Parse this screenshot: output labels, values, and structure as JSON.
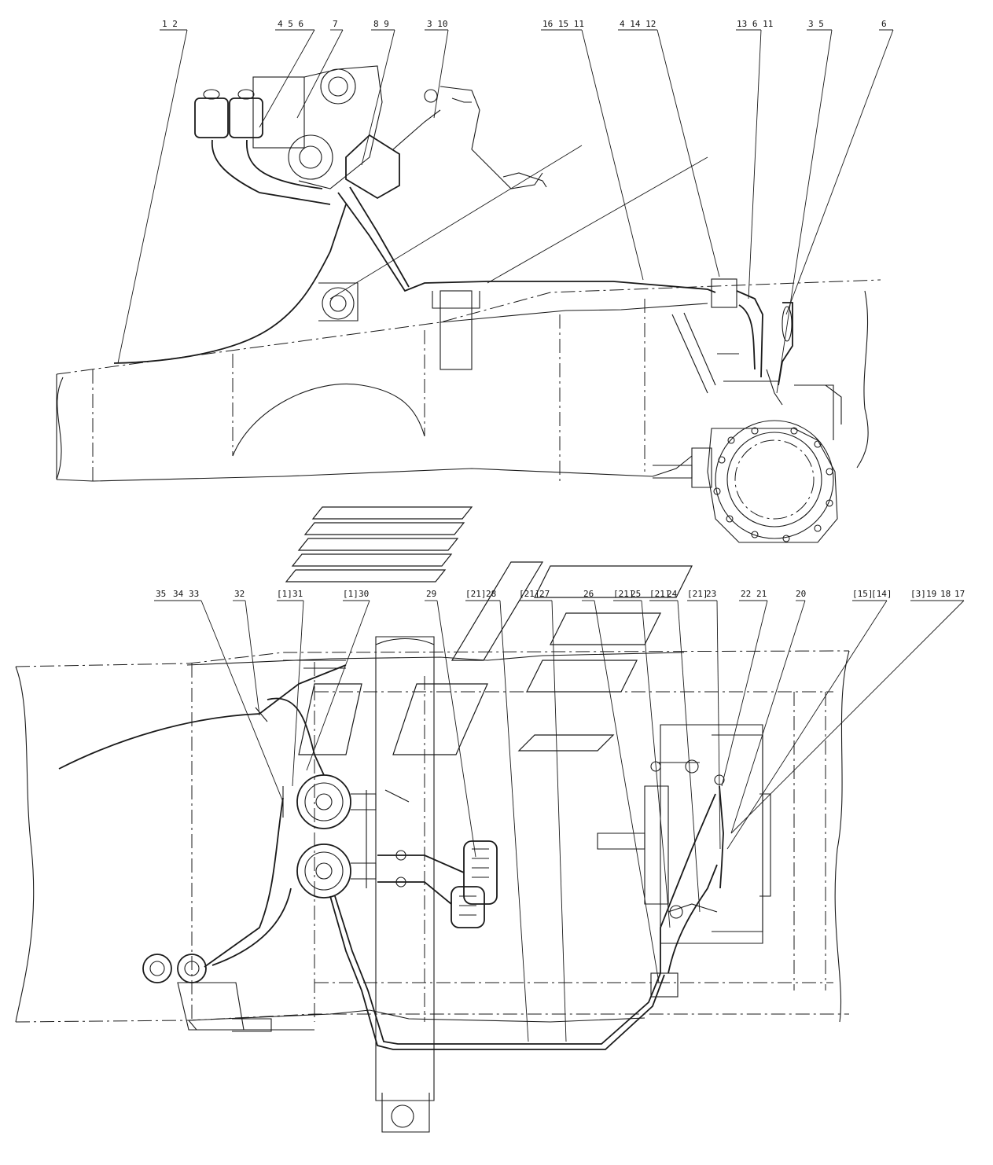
{
  "top_view_callouts": [
    "1 2",
    "4 5 6",
    "7",
    "8 9",
    "3 10",
    "16 15 11",
    "4 14 12",
    "13 6 11",
    "3 5",
    "6"
  ],
  "bottom_view_callouts": {
    "c35": "35",
    "c34": "34",
    "c33": "33",
    "c32": "32",
    "c1a": "[1]",
    "c31": "31",
    "c1b": "[1]",
    "c30": "30",
    "c29": "29",
    "c21a": "[21]",
    "c28": "28",
    "c21b": "[21]",
    "c27": "27",
    "c26": "26",
    "c21c": "[21]",
    "c25": "25",
    "c21d": "[21]",
    "c24": "24",
    "c21e": "[21]",
    "c23": "23",
    "c22": "22",
    "c21": "21",
    "c20": "20",
    "c15": "[15]",
    "c14": "[14]",
    "c3": "[3]",
    "c19": "19",
    "c18": "18",
    "c17": "17"
  }
}
